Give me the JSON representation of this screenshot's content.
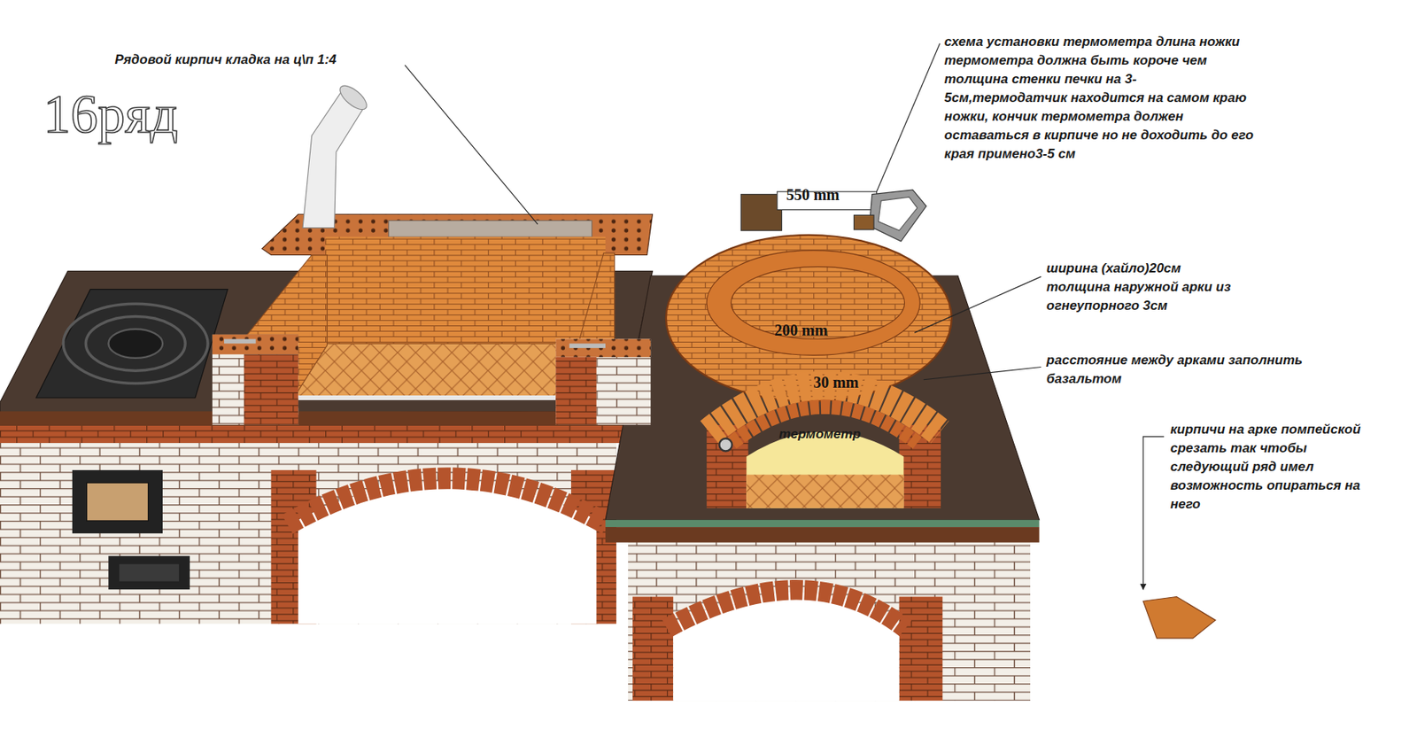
{
  "diagram": {
    "title": "16ряд",
    "labels": [
      "Рядовой кирпич кладка на ц\\п 1:4",
      "схема установки термометра длина ножки термометра должна быть короче чем толщина стенки печки на 3-5см,термодатчик находится на самом краю ножки, кончик термометра должен оставаться в кирпиче но не доходить до его края примено3-5 см",
      "550 mm",
      "ширина (хайло)20см толщина наружной арки из огнеупорного 3см",
      "200 mm",
      "расстояние между арками заполнить базальтом",
      "30 mm",
      "термометр",
      "кирпичи на арке помпейской срезать так чтобы следующий ряд имел возможность опираться на него"
    ]
  }
}
